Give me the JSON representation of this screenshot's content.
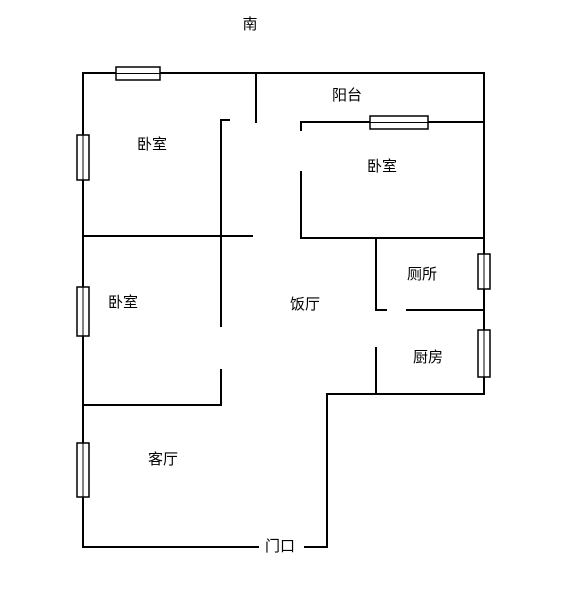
{
  "plan": {
    "compass": "南",
    "rooms": {
      "balcony": "阳台",
      "bedroom_top_left": "卧室",
      "bedroom_top_right": "卧室",
      "bedroom_mid_left": "卧室",
      "dining": "饭厅",
      "toilet": "厕所",
      "kitchen": "厨房",
      "living": "客厅",
      "entrance": "门口"
    }
  }
}
